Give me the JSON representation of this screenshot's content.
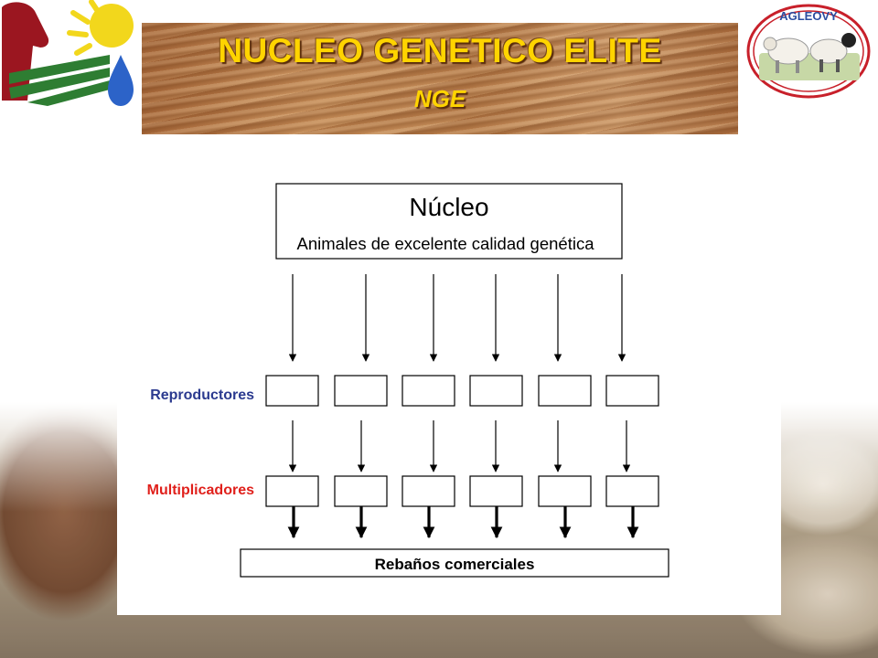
{
  "header": {
    "title": "NUCLEO GENETICO ELITE",
    "subtitle": "NGE"
  },
  "logo_right": {
    "text": "AGLEOVY"
  },
  "diagram": {
    "nucleus_title": "Núcleo",
    "nucleus_description": "Animales de excelente calidad genética",
    "row1_label": "Reproductores",
    "row2_label": "Multiplicadores",
    "bottom_box_label": "Rebaños comerciales",
    "columns": 6,
    "colors": {
      "row1_label": "#2b3a8f",
      "row2_label": "#e0201b",
      "title_yellow": "#ffd400"
    }
  }
}
